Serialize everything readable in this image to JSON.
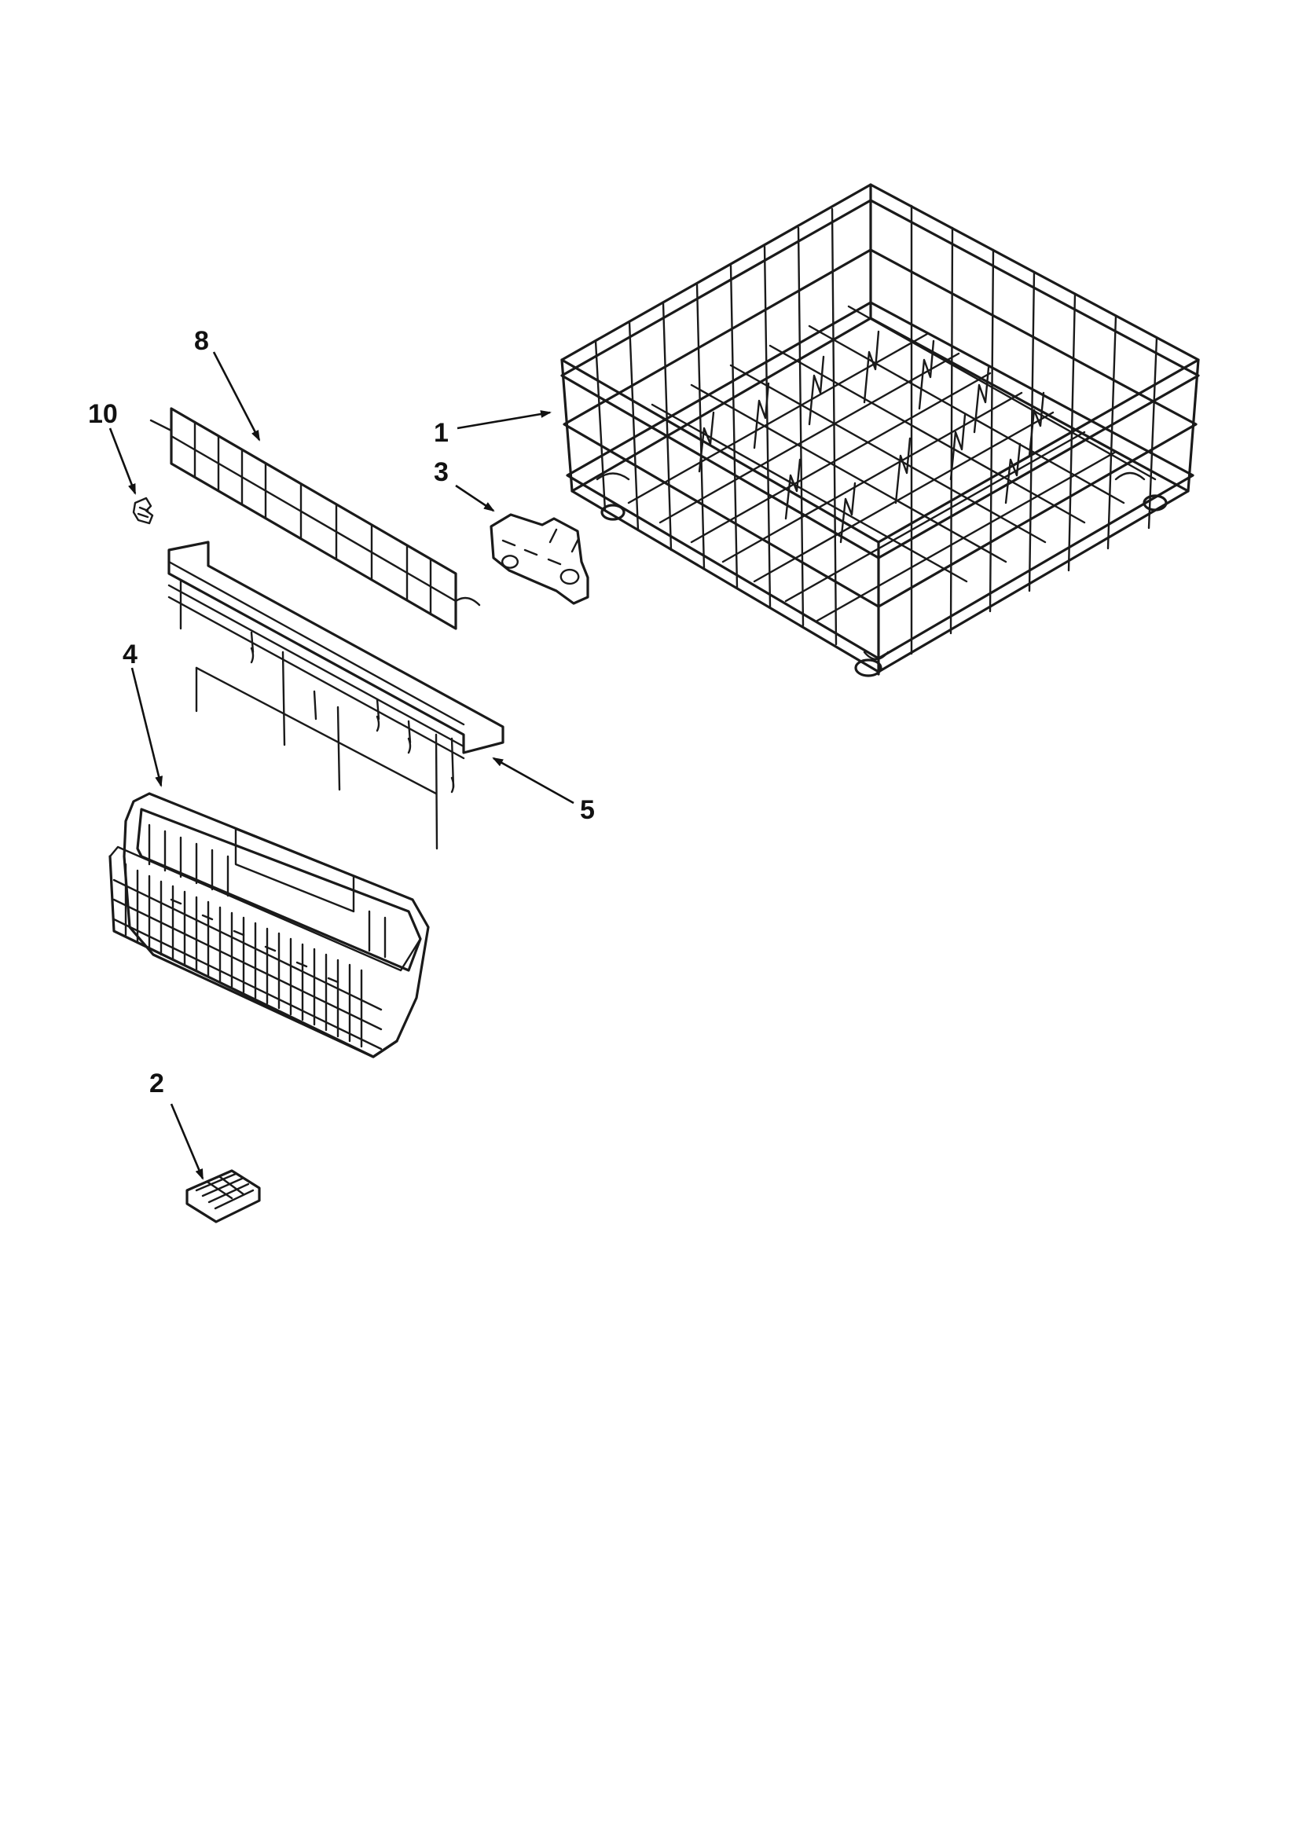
{
  "diagram": {
    "callouts": [
      {
        "id": "1",
        "label": "1"
      },
      {
        "id": "2",
        "label": "2"
      },
      {
        "id": "3",
        "label": "3"
      },
      {
        "id": "4",
        "label": "4"
      },
      {
        "id": "5",
        "label": "5"
      },
      {
        "id": "8",
        "label": "8"
      },
      {
        "id": "10",
        "label": "10"
      }
    ]
  }
}
